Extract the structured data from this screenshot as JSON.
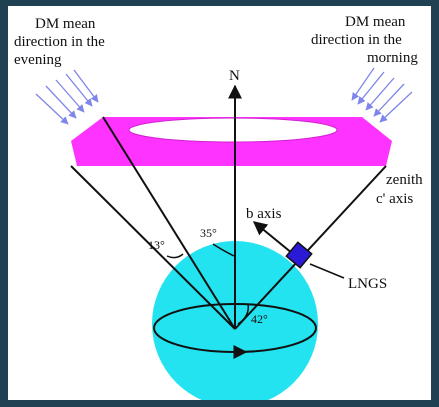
{
  "labels": {
    "evening_line1": "DM mean",
    "evening_line2": "direction in the",
    "evening_line3": "evening",
    "morning_line1": "DM mean",
    "morning_line2": "direction in the",
    "morning_line3": "morning",
    "north": "N",
    "zenith": "zenith",
    "c_axis": "c' axis",
    "b_axis": "b axis",
    "lngs": "LNGS",
    "angle_13": "13°",
    "angle_35": "35°",
    "angle_42": "42°"
  },
  "colors": {
    "ring": "#ff33ff",
    "sphere": "#22e3ef",
    "detector": "#2a1ad6",
    "arrows": "#7f86ea"
  }
}
